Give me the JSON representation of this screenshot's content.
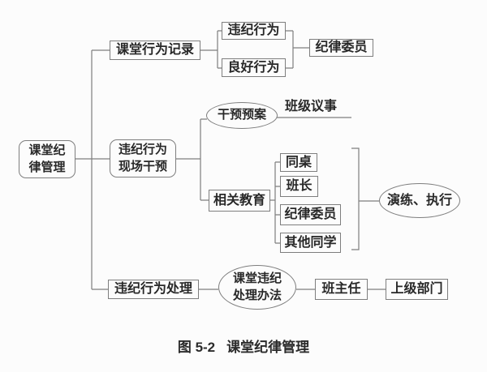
{
  "colors": {
    "background": "#fcfcfc",
    "line": "#7e7e7e",
    "border": "#7e7e7e",
    "text": "#282828"
  },
  "nodes": {
    "root_line1": "课堂纪",
    "root_line2": "律管理",
    "record": "课堂行为记录",
    "violation": "违纪行为",
    "good": "良好行为",
    "committee_record": "纪律委员",
    "intervene_line1": "违纪行为",
    "intervene_line2": "现场干预",
    "plan": "干预预案",
    "meeting": "班级议事",
    "education": "相关教育",
    "deskmate": "同桌",
    "monitor": "班长",
    "committee_edu": "纪律委员",
    "others": "其他同学",
    "drill": "演练、执行",
    "handle": "违纪行为处理",
    "method_line1": "课堂违纪",
    "method_line2": "处理办法",
    "teacher": "班主任",
    "superior": "上级部门"
  },
  "caption": {
    "prefix": "图 5-2",
    "title": "课堂纪律管理"
  }
}
